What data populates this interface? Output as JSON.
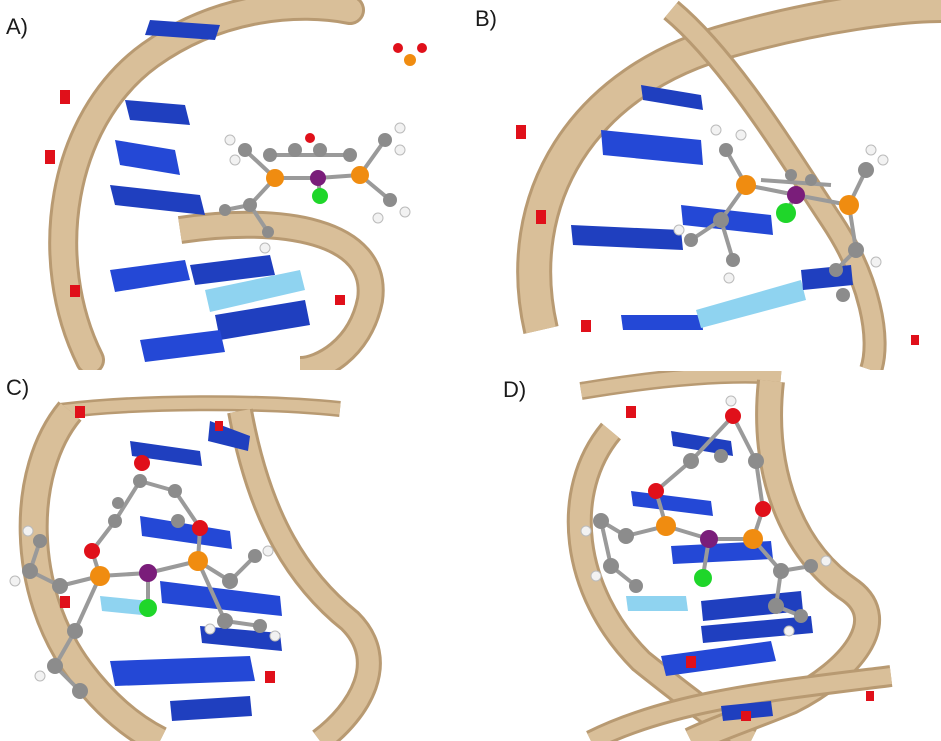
{
  "figure": {
    "panels": [
      {
        "label": "A)"
      },
      {
        "label": "B)"
      },
      {
        "label": "C)"
      },
      {
        "label": "D)"
      }
    ]
  },
  "colors": {
    "backbone": "#d9bf99",
    "backbone_dark": "#b89a72",
    "base_dark": "#1f3fbf",
    "base_mid": "#2448d6",
    "base_light": "#8fd3f0",
    "oxygen": "#e0101a",
    "phosphorus": "#f08c10",
    "metal": "#7a1d7a",
    "chlorine": "#1fd62a",
    "carbon": "#8c8c8c",
    "hydrogen": "#f2f2f2"
  },
  "icons": {
    "atom": "sphere",
    "bond": "cylinder"
  }
}
